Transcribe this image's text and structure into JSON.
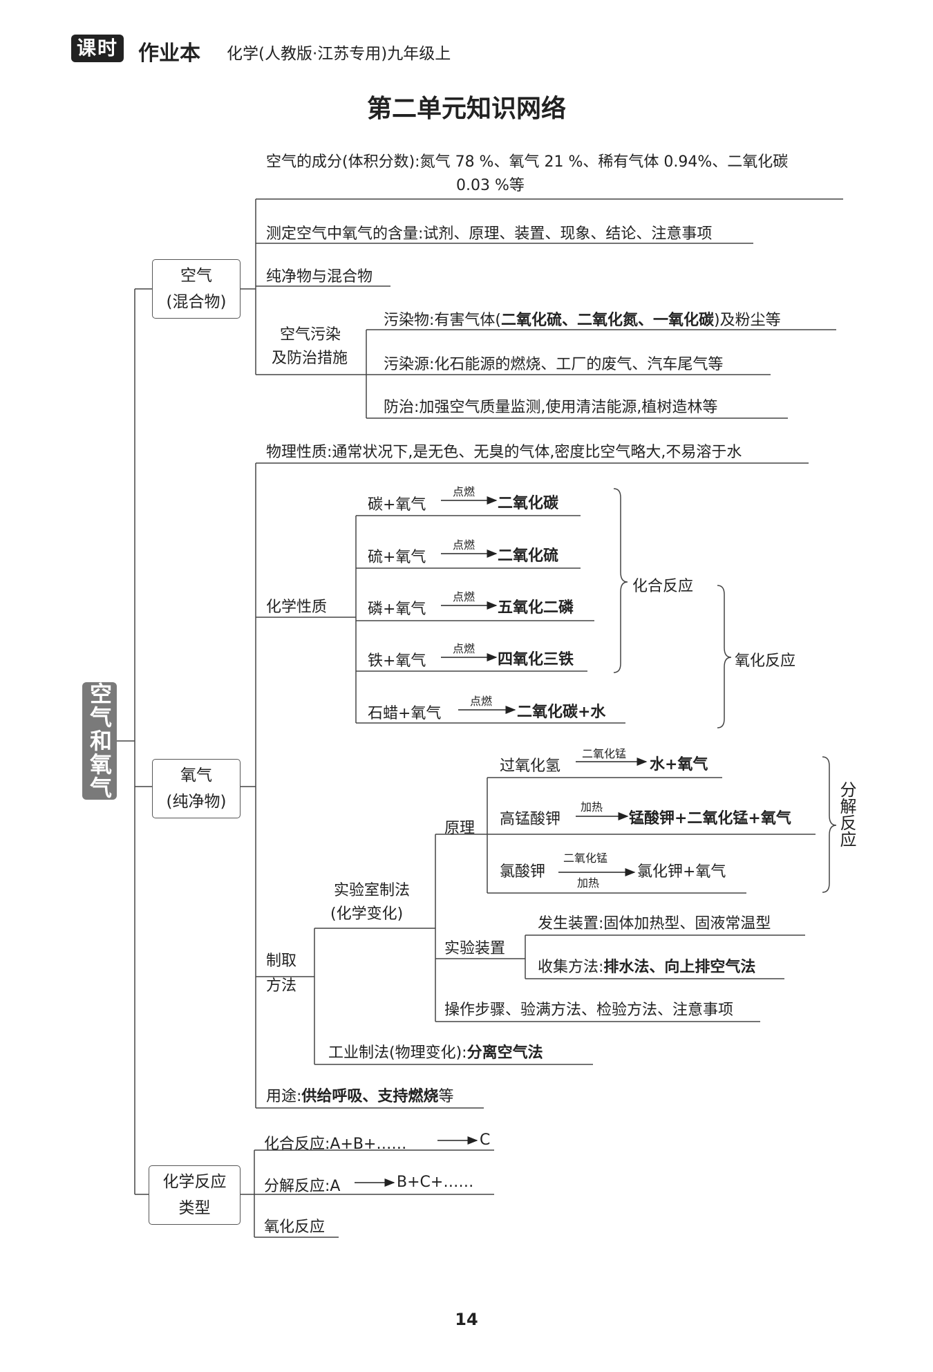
{
  "header": {
    "logo": "课时",
    "book": "作业本",
    "subtitle": "化学(人教版·江苏专用)九年级上"
  },
  "title": "第二单元知识网络",
  "root": "空气和氧气",
  "air": {
    "label_1": "空气",
    "label_2": "(混合物)",
    "composition_1": "空气的成分(体积分数):氮气 78 %、氧气 21 %、稀有气体 0.94%、二氧化碳",
    "composition_2": "0.03 %等",
    "measure": "测定空气中氧气的含量:试剂、原理、装置、现象、结论、注意事项",
    "pure_mixture": "纯净物与混合物",
    "pollution_1": "空气污染",
    "pollution_2": "及防治措施",
    "pollutants_a": "污染物:有害气体(",
    "pollutants_b": "二氧化硫、二氧化氮、一氧化碳",
    "pollutants_c": ")及粉尘等",
    "sources": "污染源:化石能源的燃烧、工厂的废气、汽车尾气等",
    "prevention": "防治:加强空气质量监测,使用清洁能源,植树造林等"
  },
  "oxygen": {
    "label_1": "氧气",
    "label_2": "(纯净物)",
    "physical": "物理性质:通常状况下,是无色、无臭的气体,密度比空气略大,不易溶于水",
    "chemical": "化学性质",
    "ignite": "点燃",
    "reactions": [
      {
        "left": "碳+氧气",
        "right": "二氧化碳"
      },
      {
        "left": "硫+氧气",
        "right": "二氧化硫"
      },
      {
        "left": "磷+氧气",
        "right": "五氧化二磷"
      },
      {
        "left": "铁+氧气",
        "right": "四氧化三铁"
      },
      {
        "left": "石蜡+氧气",
        "right": "二氧化碳+水"
      }
    ],
    "combination": "化合反应",
    "oxidation": "氧化反应",
    "prep_1": "制取",
    "prep_2": "方法",
    "lab_1": "实验室制法",
    "lab_2": "(化学变化)",
    "principle": "原理",
    "decomp_reactions": [
      {
        "left": "过氧化氢",
        "above": "二氧化锰",
        "below": "",
        "right": "水+氧气"
      },
      {
        "left": "高锰酸钾",
        "above": "加热",
        "below": "",
        "right": "锰酸钾+二氧化锰+氧气"
      },
      {
        "left": "氯酸钾",
        "above": "二氧化锰",
        "below": "加热",
        "right": "氯化钾+氧气"
      }
    ],
    "decomposition": "分解反应",
    "apparatus": "实验装置",
    "generator": "发生装置:固体加热型、固液常温型",
    "collect_a": "收集方法:",
    "collect_b": "排水法、向上排空气法",
    "steps": "操作步骤、验满方法、检验方法、注意事项",
    "industrial_a": "工业制法(物理变化):",
    "industrial_b": "分离空气法",
    "uses_a": "用途:",
    "uses_b": "供给呼吸、支持燃烧",
    "uses_c": "等"
  },
  "reaction_types": {
    "label_1": "化学反应",
    "label_2": "类型",
    "combination": "化合反应:A+B+……",
    "combination_product": "C",
    "decomposition_a": "分解反应:A",
    "decomposition_b": "B+C+……",
    "oxidation": "氧化反应"
  },
  "page_number": "14"
}
